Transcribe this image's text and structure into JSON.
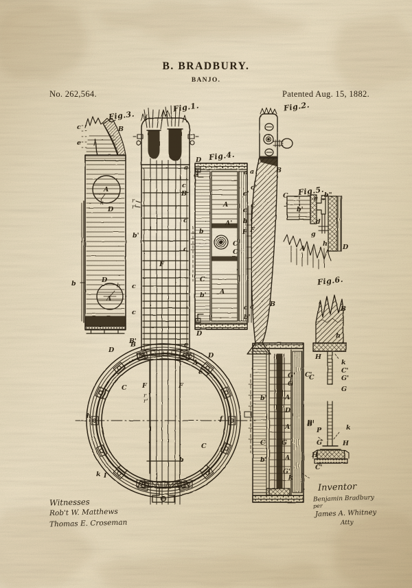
{
  "document": {
    "type": "patent-drawing",
    "inventor_name": "B. BRADBURY.",
    "invention_title": "BANJO.",
    "patent_number": "No. 262,564.",
    "patent_date": "Patented Aug. 15, 1882.",
    "sheet_width": 600,
    "sheet_height": 857
  },
  "figures": [
    {
      "id": "fig1",
      "label": "Fig.1.",
      "description": "front elevation of banjo neck and drum"
    },
    {
      "id": "fig2",
      "label": "Fig.2.",
      "description": "side elevation of neck"
    },
    {
      "id": "fig3",
      "label": "Fig.3.",
      "description": "longitudinal section of fingerboard"
    },
    {
      "id": "fig4",
      "label": "Fig.4.",
      "description": "sectional plan of drum rim"
    },
    {
      "id": "fig5",
      "label": "Fig.5.",
      "description": "detail section of hoop and bracket"
    },
    {
      "id": "fig6",
      "label": "Fig.6.",
      "description": "detail of tension screw and shoe"
    }
  ],
  "signatures": {
    "witness_heading": "Witnesses",
    "witnesses": [
      "Rob't W. Matthews",
      "Thomas E. Croseman"
    ],
    "inventor_heading": "Inventor",
    "inventor": "Benjamin Bradbury",
    "per_label": "per",
    "attorney": "James A. Whitney",
    "attorney_title": "Atty"
  },
  "reference_letters": {
    "fig1": [
      "a",
      "e",
      "c",
      "B",
      "r",
      "r'",
      "c",
      "b'",
      "F",
      "F'",
      "c",
      "C",
      "D",
      "A",
      "e",
      "f",
      "h",
      "b",
      "k",
      "I",
      "i"
    ],
    "fig2": [
      "B",
      "a",
      "c'",
      "c",
      "b",
      "F",
      "b'",
      "B"
    ],
    "fig3": [
      "c",
      "e",
      "B",
      "A",
      "k",
      "D",
      "b",
      "h",
      "B'"
    ],
    "fig4": [
      "D",
      "a",
      "c'",
      "c",
      "b",
      "F",
      "A",
      "A'",
      "C",
      "C'",
      "b'",
      "D"
    ],
    "fig5": [
      "C",
      "b'",
      "e",
      "b\"",
      "d",
      "g",
      "h",
      "A",
      "D"
    ],
    "fig6": [
      "B",
      "h",
      "H",
      "k",
      "C'",
      "G'",
      "G",
      "P",
      "k",
      "H",
      "C'",
      "B'"
    ]
  },
  "colors": {
    "ink": "#2b2113",
    "paper_light": "#eee2c6",
    "paper_mid": "#e0d2b0",
    "paper_dark": "#c9b793",
    "vignette": "#6f4f2a"
  }
}
